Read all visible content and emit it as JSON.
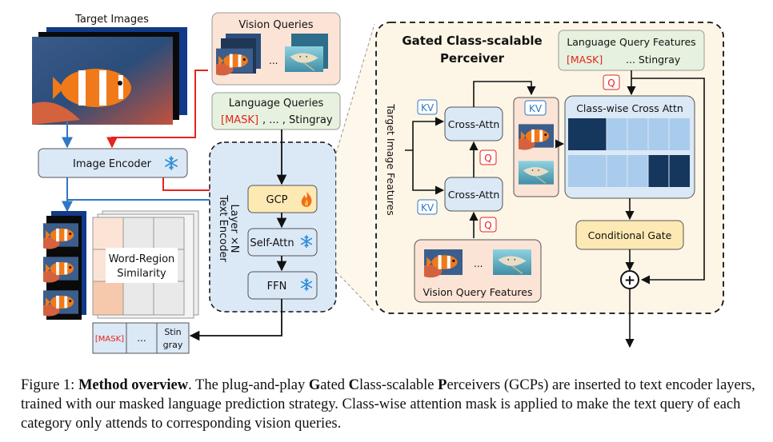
{
  "left": {
    "target_images_label": "Target Images",
    "vision_queries_label": "Vision Queries",
    "vision_queries_ellipsis": "...",
    "language_queries_label": "Language Queries",
    "language_queries_mask": "[MASK]",
    "language_queries_rest": ",  ... , Stingray",
    "image_encoder_label": "Image Encoder",
    "word_region_line1": "Word-Region",
    "word_region_line2": "Similarity",
    "text_encoder_line1": "Text  Encoder",
    "text_encoder_line2": "Layer ×N",
    "gcp_label": "GCP",
    "self_attn_label": "Self-Attn",
    "ffn_label": "FFN",
    "output_mask": "[MASK]",
    "output_ellipsis": "...",
    "output_stin": "Stin",
    "output_gray": "gray"
  },
  "right": {
    "title_line1": "Gated Class-scalable",
    "title_line2": "Perceiver",
    "lqf_label": "Language Query Features",
    "lqf_mask": "[MASK]",
    "lqf_rest": "...     Stingray",
    "target_image_features": "Target Image Features",
    "kv_label": "KV",
    "q_label": "Q",
    "cross_attn_label": "Cross-Attn",
    "classwise_label": "Class-wise Cross Attn",
    "conditional_gate_label": "Conditional Gate",
    "vqf_label": "Vision Query Features",
    "vqf_ellipsis": "...",
    "plus_symbol": "+"
  },
  "caption": {
    "prefix": "Figure 1: ",
    "bold_title": "Method overview",
    "sentence_a": ". The plug-and-play ",
    "g": "G",
    "ated": "ated ",
    "c": "C",
    "lass": "lass-scalable ",
    "p": "P",
    "erceivers": "erceivers (GCPs) are inserted to text encoder layers, trained with our masked language prediction strategy. Class-wise attention mask is applied to make the text query of each category only attends to corresponding vision queries."
  },
  "colors": {
    "red_arrow": "#e8221c",
    "blue_arrow": "#2f78c4",
    "mask_red": "#e8221c",
    "kv_blue": "#2f78c4",
    "box_blue": "#dbe8f6",
    "peach": "#fbe4d6",
    "green": "#e6f2df",
    "gcp_yellow": "#fde9b3",
    "panel_beige": "#fdf6e6",
    "snowflake": "#2f8fd8",
    "fire": "#f26b1d"
  },
  "icons": [
    "snowflake-icon",
    "fire-icon",
    "clownfish-image",
    "stingray-image",
    "plus-circle-icon"
  ]
}
